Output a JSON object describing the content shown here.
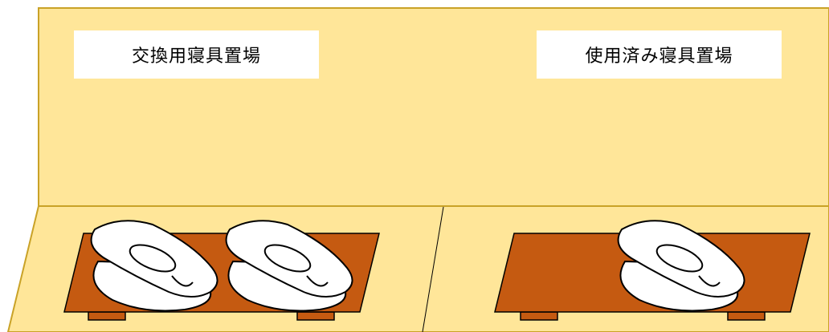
{
  "labels": {
    "left": "交換用寝具置場",
    "right": "使用済み寝具置場"
  },
  "colors": {
    "wall": "#FFE699",
    "outline": "#C9A227",
    "table_top": "#C55A11",
    "table_feet": "#C55A11",
    "bedding": "#FFFFFF",
    "stroke": "#000000",
    "label_bg": "#FFFFFF"
  },
  "areas": [
    {
      "name": "exchange-bedding-area",
      "bedding_count": 2
    },
    {
      "name": "used-bedding-area",
      "bedding_count": 1
    }
  ]
}
